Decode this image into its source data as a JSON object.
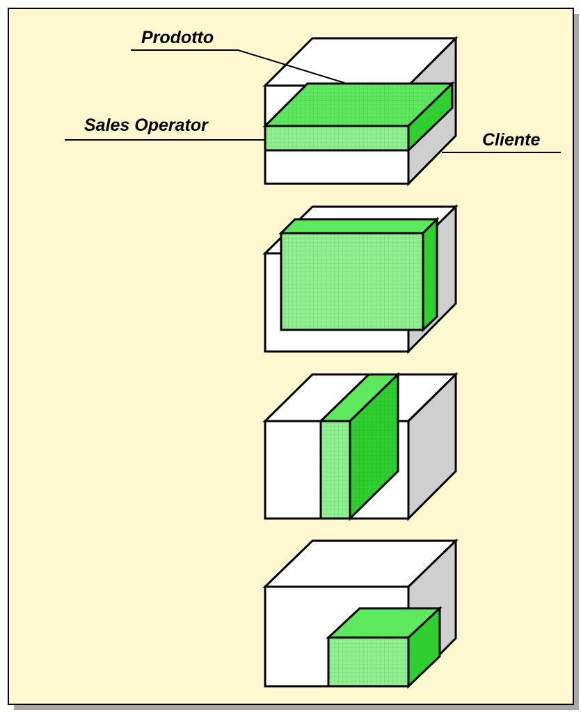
{
  "diagram": {
    "labels": {
      "product": "Prodotto",
      "sales_operator": "Sales Operator",
      "customer": "Cliente"
    },
    "colors": {
      "panel_background": "#fdf8cf",
      "panel_shadow": "#a8a8a8",
      "cube_front": "#ffffff",
      "cube_top": "#ffffff",
      "cube_side": "#cfcfcf",
      "highlight_front": "#8ef08e",
      "highlight_top": "#5ee85e",
      "highlight_side": "#2fcf2f",
      "outline": "#000000"
    }
  }
}
